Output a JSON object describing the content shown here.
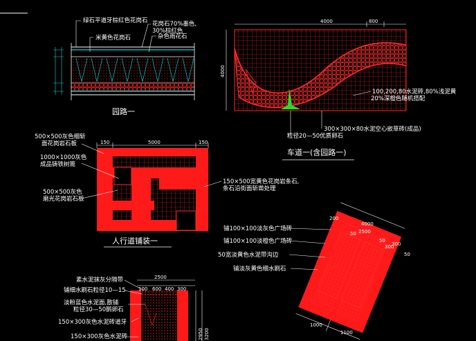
{
  "garden_path": {
    "title": "园路一",
    "labels": {
      "curb": "绿石平道牙棕红色花岗石",
      "rice_yellow": "米黄色花岗石",
      "granite_mix_1": "花岗石70%墨色,",
      "granite_mix_2": "30%棕红色",
      "mixed_rain": "杂色雨花石"
    }
  },
  "driveway": {
    "title": "车道一(含园路一)",
    "dims": {
      "width": "4000",
      "offset": "800",
      "height": "4000"
    },
    "labels": {
      "brick_1": "100,200,80水泥砖,80%浅泥黄",
      "brick_2": "20%深橙色随机搭配",
      "pebble": "粒径20—50优质卵石",
      "grass_brick": "300×300×80水泥空心嵌草砖(成品)"
    }
  },
  "sidewalk": {
    "title": "人行道铺装一",
    "dims": {
      "left": "150",
      "middle": "5000",
      "right": "150"
    },
    "labels": {
      "gray_1": "500×500灰色细斩",
      "gray_2": "面花岗岩石板",
      "iron_1": "1000×1000灰色",
      "iron_2": "成品铸铁树篦",
      "pol_1": "500×500灰色",
      "pol_2": "磨光花岗岩石板",
      "right_1": "150×500宽黄色花岗岩条石,",
      "right_2": "条石沿街面斩凿处理"
    }
  },
  "section_bottom": {
    "dims": {
      "top": "2500",
      "sub": [
        "100",
        "600",
        "400",
        "300"
      ],
      "h1": "2950",
      "h2": "3200"
    },
    "labels": {
      "mortar": "素水泥抹灰分隔带",
      "terrazzo": "铺细水刷石粒径10—15",
      "blue_gray_1": "淡粉蓝色水泥面,散铺",
      "blue_gray_2": "粒径30—50鹅卵石",
      "curb_150": "150×300灰色水泥砖道牙",
      "brick_150": "150×300灰色水泥砖"
    }
  },
  "plaza": {
    "dims": {
      "a": "200",
      "b": "4000",
      "c": "2500",
      "d": "300",
      "e": "50",
      "f": "50",
      "g": "300",
      "h": "50",
      "bottom_a": "1000",
      "bottom_b": "1100"
    },
    "labels": {
      "plaza_1": "铺100×100淡灰色广场砖",
      "plaza_2": "铺100×100淡橙色广场砖",
      "drain": "50宽淡黄色水泥带沟边",
      "terrazzo": "铺淡灰黄色细水刷石"
    }
  }
}
